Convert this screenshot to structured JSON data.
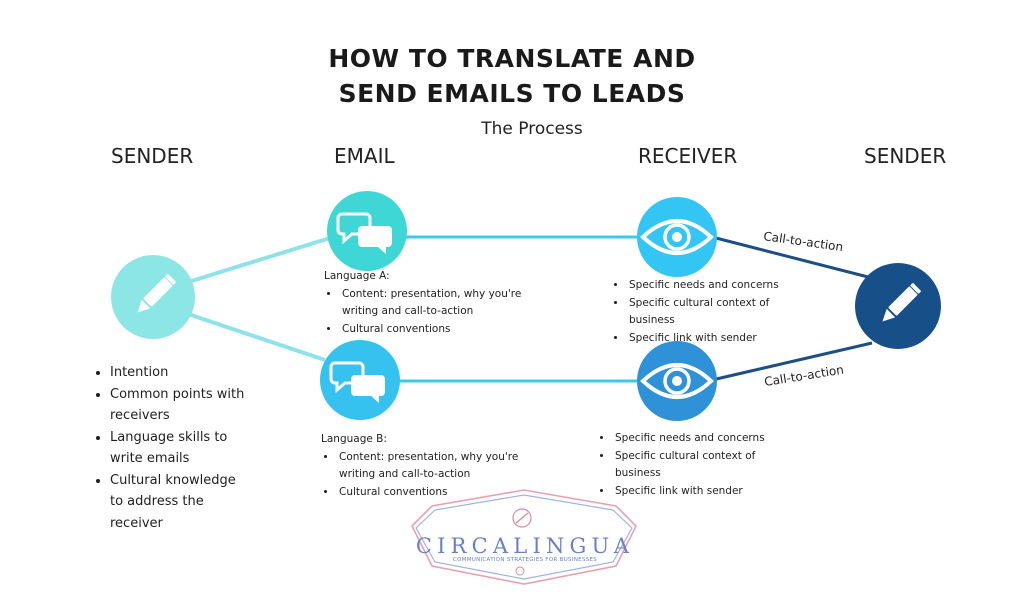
{
  "title_line1": "HOW TO TRANSLATE AND",
  "title_line2": "SEND EMAILS TO LEADS",
  "subtitle": "The Process",
  "columns": {
    "sender_left": "SENDER",
    "email": "EMAIL",
    "receiver": "RECEIVER",
    "sender_right": "SENDER"
  },
  "arrows": {
    "top": "Call-to-action",
    "bottom": "Call-to-action"
  },
  "language_a": {
    "label": "Language A:",
    "items": [
      "Content: presentation, why you're writing and call-to-action",
      "Cultural conventions"
    ]
  },
  "language_b": {
    "label": "Language B:",
    "items": [
      "Content: presentation, why you're writing and call-to-action",
      "Cultural conventions"
    ]
  },
  "receiver_a": {
    "items": [
      "Specific needs and concerns",
      "Specific cultural context of business",
      "Specific link with sender"
    ]
  },
  "receiver_b": {
    "items": [
      "Specific needs and concerns",
      "Specific cultural context of business",
      "Specific link with sender"
    ]
  },
  "sender_points": [
    "Intention",
    "Common points with receivers",
    "Language skills to write emails",
    "Cultural knowledge to address the receiver"
  ],
  "logo": {
    "name": "CIRCALINGUA",
    "tagline": "COMMUNICATION STRATEGIES FOR BUSINESSES"
  },
  "colors": {
    "sender_left": "#8de6e6",
    "email_a": "#3fd6d6",
    "email_b": "#35c2ee",
    "receiver_a": "#33c5f3",
    "receiver_b": "#2f91d8",
    "sender_right": "#175088",
    "line_light": "#8ee3ea",
    "line_mid": "#3dc9ee",
    "line_dark": "#1d4f85"
  },
  "icons": {
    "sender_left": "pencil-icon",
    "email_a": "chat-bubbles-icon",
    "email_b": "chat-bubbles-icon",
    "receiver_a": "eye-icon",
    "receiver_b": "eye-icon",
    "sender_right": "pencil-icon"
  }
}
